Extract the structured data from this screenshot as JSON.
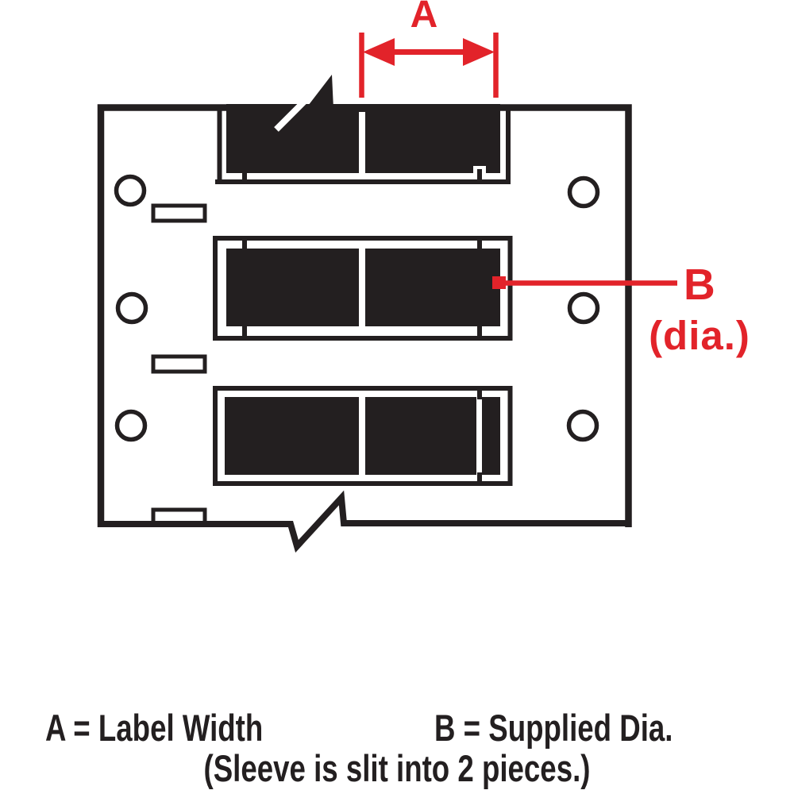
{
  "diagram": {
    "dim_a_label": "A",
    "dim_b_label": "B",
    "dim_b_sub_label": "(dia.)"
  },
  "legend": {
    "a_definition": "A = Label Width",
    "b_definition": "B = Supplied Dia.",
    "note": "(Sleeve is slit into 2 pieces.)"
  },
  "figure": {
    "sleeve_count": 3,
    "feed_hole_count": 6,
    "slot_count": 3,
    "pieces_per_sleeve": 2
  },
  "colors": {
    "accent_red": "#e2232a",
    "ink": "#231f20",
    "background": "#ffffff"
  }
}
